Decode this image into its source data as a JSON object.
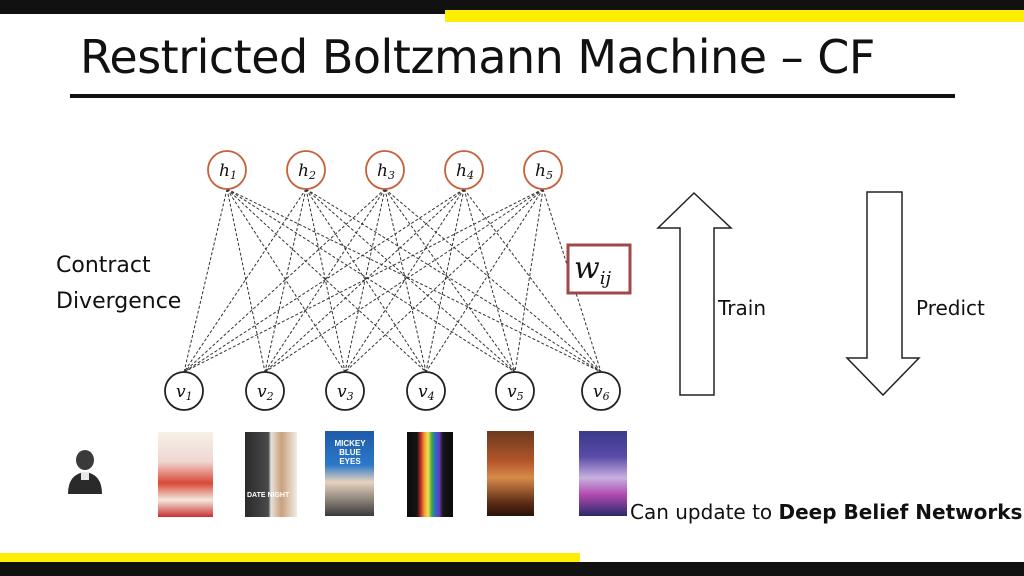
{
  "title": "Restricted Boltzmann Machine – CF",
  "left_label": [
    "Contract",
    "Divergence"
  ],
  "hidden_nodes": [
    "h",
    "h",
    "h",
    "h",
    "h"
  ],
  "hidden_subscripts": [
    "1",
    "2",
    "3",
    "4",
    "5"
  ],
  "visible_nodes": [
    "v",
    "v",
    "v",
    "v",
    "v",
    "v"
  ],
  "visible_subscripts": [
    "1",
    "2",
    "3",
    "4",
    "5",
    "6"
  ],
  "weight_label": "w",
  "weight_subscript": "ij",
  "train_label": "Train",
  "predict_label": "Predict",
  "note_prefix": "Can update to ",
  "note_bold": "Deep Belief Networks",
  "poster_texts": [
    "DATE NIGHT",
    "MICKEY BLUE EYES"
  ],
  "colors": {
    "accent_yellow": "#ffee00",
    "hidden_node_stroke": "#c8603a",
    "weight_box_stroke": "#a04848"
  }
}
